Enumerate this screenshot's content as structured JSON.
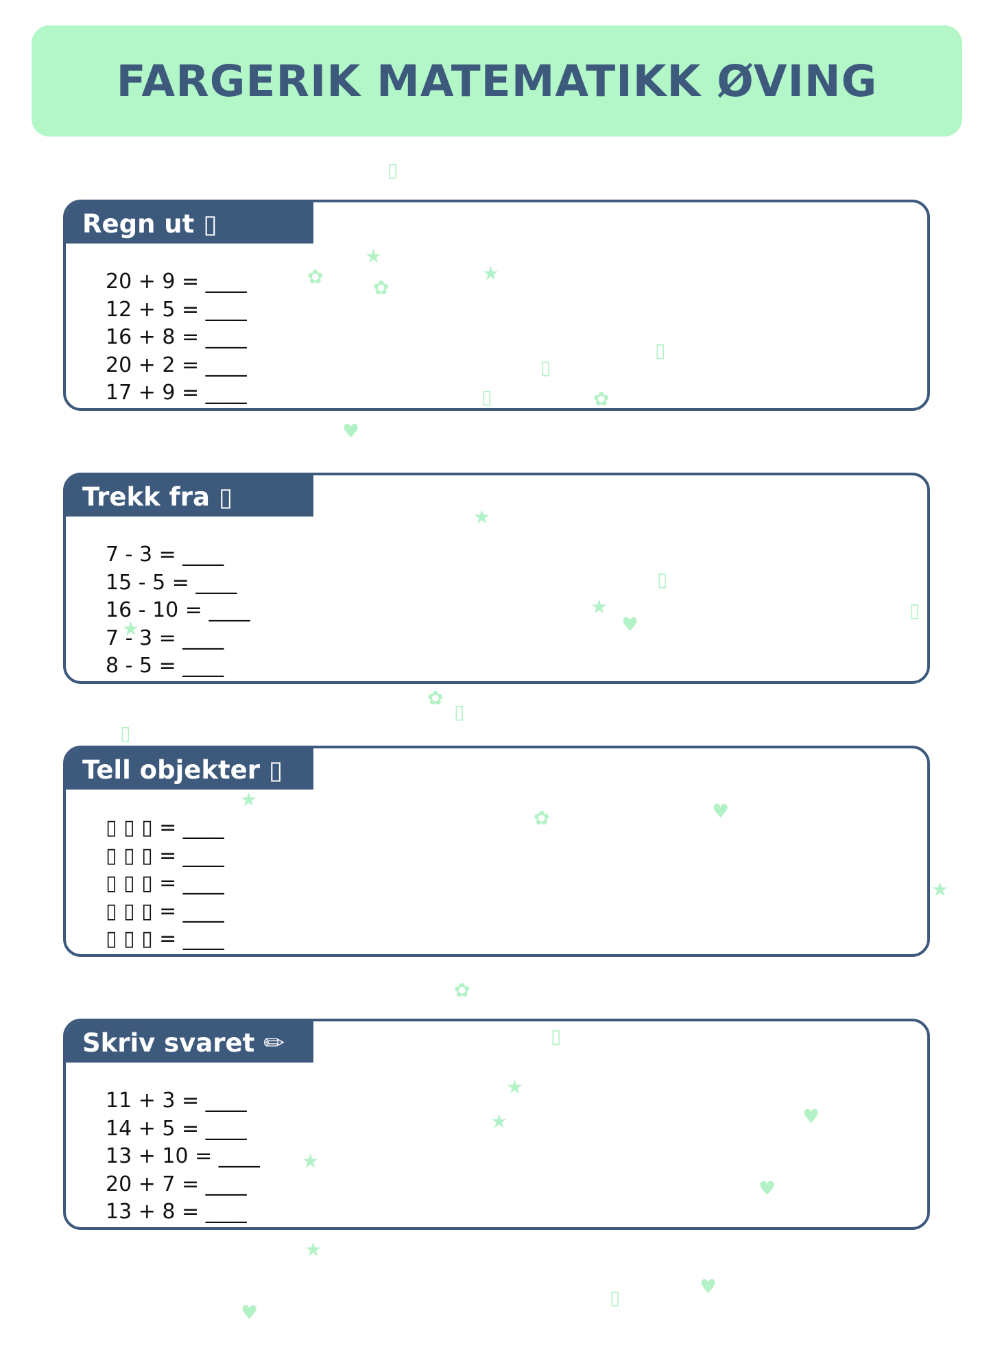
{
  "title": "FARGERIK MATEMATIKK ØVING",
  "sections": [
    {
      "heading": "Regn ut ",
      "heading_icon": "▯",
      "problems": [
        "20 + 9 = ____",
        "12 + 5 = ____",
        "16 + 8 = ____",
        "20 + 2 = ____",
        "17 + 9 = ____"
      ]
    },
    {
      "heading": "Trekk fra ",
      "heading_icon": "▯",
      "problems": [
        "7 - 3 = ____",
        "15 - 5 = ____",
        "16 - 10 = ____",
        "7 - 3 = ____",
        "8 - 5 = ____"
      ]
    },
    {
      "heading": "Tell objekter ",
      "heading_icon": "▯",
      "problems": [
        "▯ ▯ ▯ = ____",
        "▯ ▯ ▯ = ____",
        "▯ ▯ ▯ = ____",
        "▯ ▯ ▯ = ____",
        "▯ ▯ ▯ = ____"
      ]
    },
    {
      "heading": "Skriv svaret ",
      "heading_icon": "✏",
      "problems": [
        "11 + 3 = ____",
        "14 + 5 = ____",
        "13 + 10 = ____",
        "20 + 7 = ____",
        "13 + 8 = ____"
      ]
    }
  ],
  "decorations": {
    "star": "★",
    "flower": "✿",
    "heart": "♥",
    "box": "▯"
  },
  "colors": {
    "banner_bg": "#b3f7c9",
    "accent": "#3d5a7d",
    "decoration": "#b3f2c6"
  }
}
